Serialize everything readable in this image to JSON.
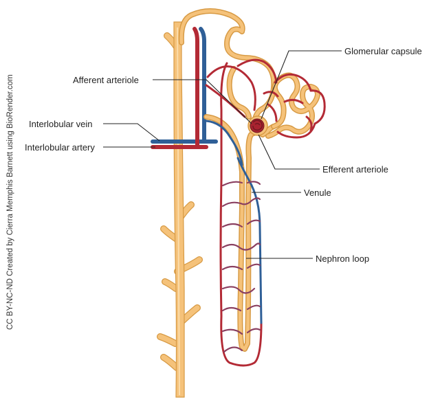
{
  "labels": {
    "glomerular_capsule": "Glomerular capsule",
    "afferent_arteriole": "Afferent arteriole",
    "interlobular_vein": "Interlobular vein",
    "interlobular_artery": "Interlobular artery",
    "efferent_arteriole": "Efferent arteriole",
    "venule": "Venule",
    "nephron_loop": "Nephron loop"
  },
  "credit": "CC BY-NC-ND Created by Cierra Memphis Barnett using BioRender.com",
  "colors": {
    "tubule": "#f5c27a",
    "tubule_edge": "#d79a44",
    "artery": "#b32a35",
    "vein": "#2f5f97",
    "capillary_mix": "#8a3f60",
    "glomerulus": "#a82330"
  }
}
